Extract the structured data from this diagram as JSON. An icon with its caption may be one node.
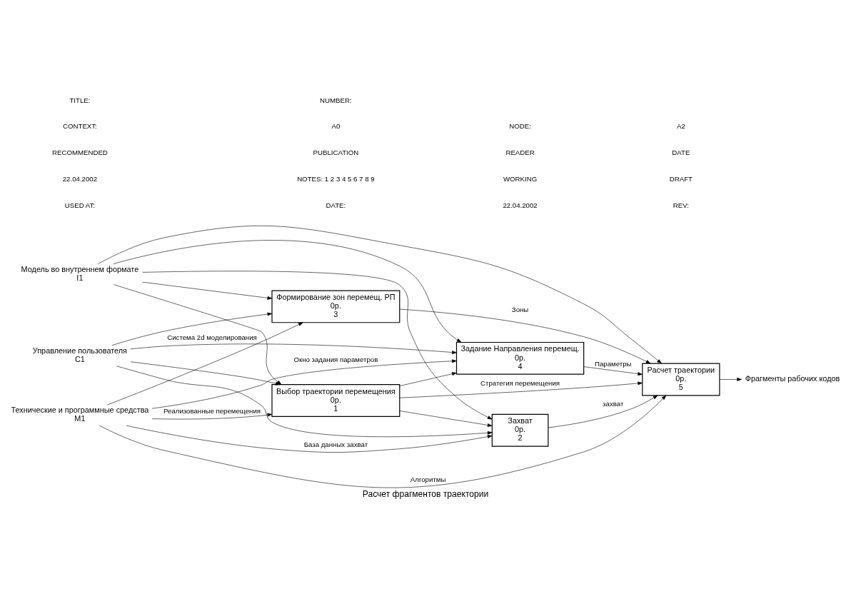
{
  "diagram": {
    "title": "Расчет фрагментов траектории",
    "nodes": [
      {
        "text": [
          "Модель во внутреннем формате"
        ],
        "beside": [
          "I1"
        ]
      },
      {
        "text": [
          "Управление пользователя"
        ],
        "beside": [
          "C1"
        ]
      },
      {
        "text": [
          "Выбор траектории перемещения",
          "0р.",
          "1"
        ]
      },
      {
        "text": [
          "Захват",
          "0р.",
          "2"
        ]
      },
      {
        "text": [
          "Формирование зон перемещ. РП",
          "0р.",
          "3"
        ]
      },
      {
        "text": [
          "Задание Направления перемещ.",
          "0р.",
          "4"
        ]
      },
      {
        "text": [
          "Расчет траектории",
          "0р.",
          "5"
        ]
      },
      {
        "text": [
          "Фрагменты рабочих кодов"
        ]
      },
      {
        "text": [
          "Технические и программные средства"
        ],
        "beside": [
          "M1"
        ]
      }
    ],
    "edges": [
      {
        "from": 0,
        "to": 2,
        "arrow": "to"
      },
      {
        "from": 0,
        "to": 3,
        "arrow": "to"
      },
      {
        "from": 0,
        "to": 6,
        "arrow": "to"
      },
      {
        "from": 0,
        "to": 4,
        "arrow": "to"
      },
      {
        "from": 0,
        "to": 5,
        "arrow": "to"
      },
      {
        "from": 1,
        "to": 2,
        "arrow": "to"
      },
      {
        "from": 1,
        "to": 3,
        "arrow": "to"
      },
      {
        "from": 1,
        "to": 4,
        "arrow": "to"
      },
      {
        "from": 1,
        "to": 5,
        "arrow": "to"
      },
      {
        "from": 2,
        "to": 6,
        "arrow": "to",
        "label": "Стратегия перемещения"
      },
      {
        "from": 2,
        "to": 3,
        "arrow": "to"
      },
      {
        "from": 2,
        "to": 5,
        "arrow": "to"
      },
      {
        "from": 3,
        "to": 6,
        "arrow": "to",
        "label": "захват"
      },
      {
        "from": 4,
        "to": 6,
        "arrow": "to",
        "label": "Зоны"
      },
      {
        "from": 5,
        "to": 6,
        "arrow": "to",
        "label": "Параметры"
      },
      {
        "from": 6,
        "to": 7,
        "arrow": "to"
      },
      {
        "from": 8,
        "to": 2,
        "arrow": "to",
        "label": "Реализованные перемещения"
      },
      {
        "from": 8,
        "to": 3,
        "arrow": "to",
        "label": "База данных захват"
      },
      {
        "from": 8,
        "to": 4,
        "arrow": "to",
        "label": "Система 2d моделирования"
      },
      {
        "from": 8,
        "to": 5,
        "arrow": "to",
        "label": "Окно задания параметров"
      },
      {
        "from": 8,
        "to": 6,
        "arrow": "to",
        "label": "Алгоритмы"
      }
    ],
    "labels": [
      "USED AT:",
      "DATE:",
      "22.04.2002",
      "REV:",
      "22.04.2002",
      "NOTES: 1 2 3 4 5 6 7 8 9",
      "WORKING",
      "DRAFT",
      "RECOMMENDED",
      "PUBLICATION",
      "READER",
      "DATE",
      "CONTEXT:",
      "A0",
      "NODE:",
      "A2",
      "TITLE:",
      "NUMBER:"
    ]
  }
}
